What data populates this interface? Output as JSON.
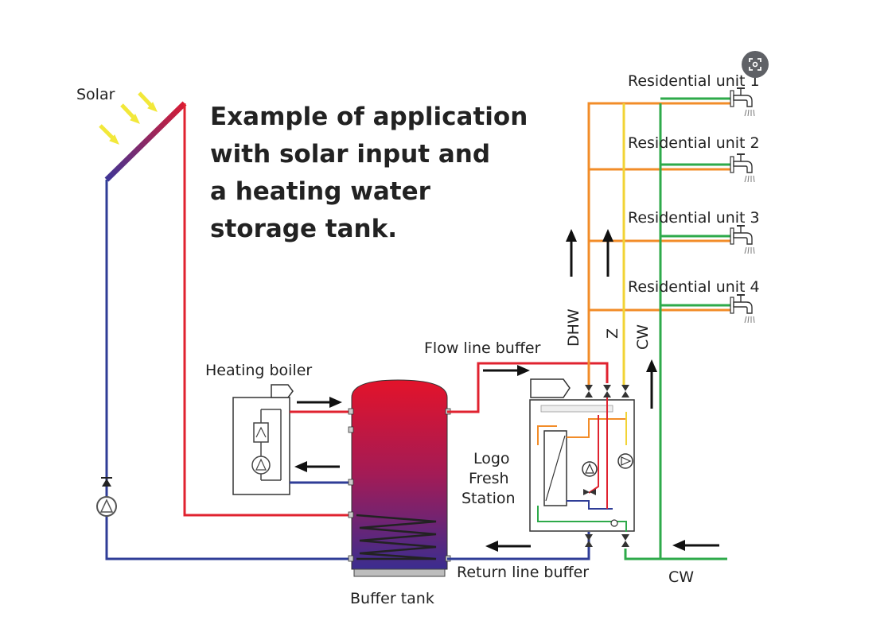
{
  "diagram": {
    "title_lines": [
      "Example of application",
      "with solar input and",
      "a heating water",
      "storage tank."
    ],
    "labels": {
      "solar": "Solar",
      "heating_boiler": "Heating boiler",
      "flow_line_buffer": "Flow line buffer",
      "return_line_buffer": "Return line buffer",
      "buffer_tank": "Buffer tank",
      "station_lines": [
        "Logo",
        "Fresh",
        "Station"
      ],
      "dhw": "DHW",
      "z": "Z",
      "cw_vertical": "CW",
      "cw_bottom": "CW"
    },
    "units": [
      "Residential unit 1",
      "Residential unit 2",
      "Residential unit 3",
      "Residential unit 4"
    ],
    "colors": {
      "hot": "#e0222f",
      "cold": "#2f3d97",
      "dhw": "#f28c28",
      "circulation": "#f2d335",
      "cold_water": "#2eaa4a",
      "ink": "#222222"
    }
  },
  "toolbar": {
    "lens_icon": "lens-icon"
  }
}
